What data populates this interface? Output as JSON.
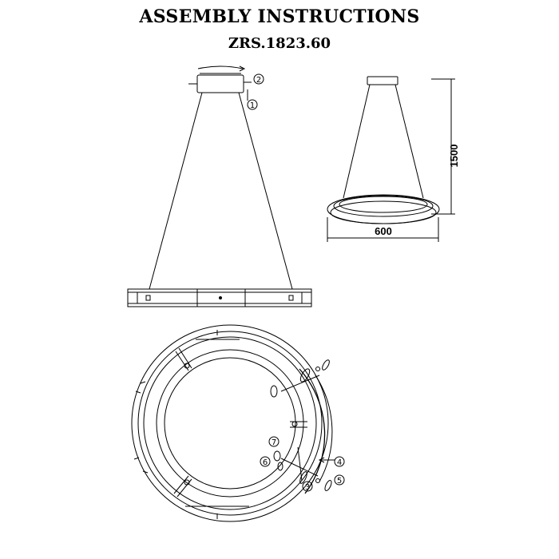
{
  "document": {
    "title": "ASSEMBLY INSTRUCTIONS",
    "model": "ZRS.1823.60"
  },
  "dimensions": {
    "height": "1500",
    "diameter": "600"
  },
  "callouts": [
    "1",
    "2",
    "3",
    "4",
    "5",
    "6",
    "7"
  ]
}
